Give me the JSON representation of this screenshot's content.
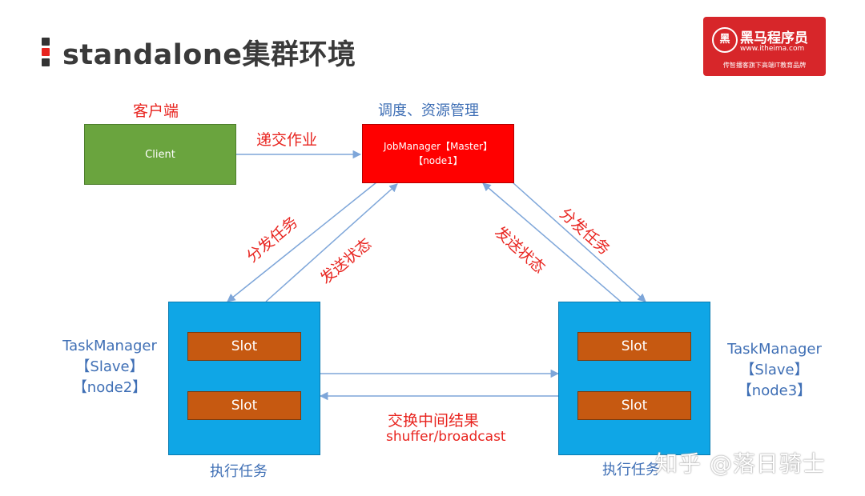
{
  "header": {
    "title": "standalone集群环境",
    "title_bar_colors": [
      "#333333",
      "#e8241f",
      "#333333"
    ]
  },
  "logo": {
    "mark": "黑",
    "name": "黑马程序员",
    "url": "www.itheima.com",
    "slogan": "传智播客旗下高端IT教育品牌"
  },
  "client": {
    "caption": "客户端",
    "box_label": "Client"
  },
  "job_manager": {
    "caption": "调度、资源管理",
    "line1": "JobManager【Master】",
    "line2": "【node1】"
  },
  "edges": {
    "submit": "递交作业",
    "dispatch_left": "分发任务",
    "status_left": "发送状态",
    "status_right": "发送状态",
    "dispatch_right": "分发任务",
    "exchange_line1": "交换中间结果",
    "exchange_line2": "shuffer/broadcast"
  },
  "task_manager_left": {
    "line1": "TaskManager",
    "line2": "【Slave】",
    "line3": "【node2】",
    "slot1": "Slot",
    "slot2": "Slot",
    "caption": "执行任务"
  },
  "task_manager_right": {
    "line1": "TaskManager",
    "line2": "【Slave】",
    "line3": "【node3】",
    "slot1": "Slot",
    "slot2": "Slot",
    "caption": "执行任务"
  },
  "watermark": "知乎 @落日骑士",
  "colors": {
    "client": "#6aa43e",
    "job_manager": "#ff0000",
    "task_manager": "#0fa6e6",
    "slot": "#c65911",
    "arrow": "#7ea6d9"
  }
}
